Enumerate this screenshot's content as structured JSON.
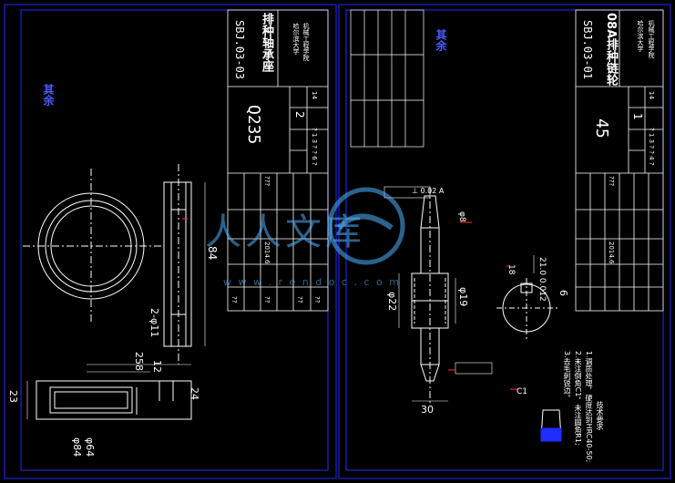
{
  "colors": {
    "background": "#000000",
    "frame": "#1f2dff",
    "geometry": "#ffffff",
    "dimension": "#ff3030",
    "text_white": "#ffffff",
    "text_blue": "#4a5bff",
    "watermark": "#4fb3ff"
  },
  "left_sheet": {
    "drawing_no": "SBJ.03-03",
    "part_name": "排种轴承座",
    "company_line1": "哈尔滨大学",
    "company_line2": "机械工程学院",
    "material": "Q235",
    "scale": "2",
    "sheets": "14",
    "weight_codes": "? 1 3 ? ? 6 ?",
    "date": "2014.6",
    "note_mark": "其余",
    "tolerance_code": "???",
    "signature_marks": [
      "??",
      "??",
      "??",
      "??"
    ],
    "dimensions": {
      "vertical_84": "84",
      "vertical_2x_phi": "2-φ11",
      "horizontal_258": "258",
      "horizontal_12": "12",
      "left_23": "23",
      "bottom_phi": "φ84",
      "bottom_phi2": "φ64",
      "bottom_24": "24"
    }
  },
  "right_sheet": {
    "drawing_no": "SBJ.03-01",
    "part_name": "08A排种链轮",
    "company_line1": "哈尔滨大学",
    "company_line2": "机械工程学院",
    "material": "45",
    "scale": "1",
    "sheets": "14",
    "weight_codes": "? 1 3 ? ? 4 ?",
    "date": "2014.6",
    "note_mark": "其余",
    "tolerance_code": "???",
    "tech_req_title": "技术要求",
    "tech_req_items": [
      "1.调质处理，硬度达到HRC40-50;",
      "2.未注倒角C1，未注圆角R1;",
      "3.去毛刺锐边。"
    ],
    "dimensions": {
      "width_30": "30",
      "phi_22": "φ22",
      "phi_19": "φ19",
      "phi_8": "φ8",
      "key_width": "6",
      "gd_t_box": "⊥ 0.02 A",
      "right_dim": "21.0 0.012",
      "right_dim2": "18",
      "chamfer": "C1"
    }
  },
  "watermark": {
    "brand": "人人文库",
    "url": "w w w . r e n d o c . c o m"
  }
}
